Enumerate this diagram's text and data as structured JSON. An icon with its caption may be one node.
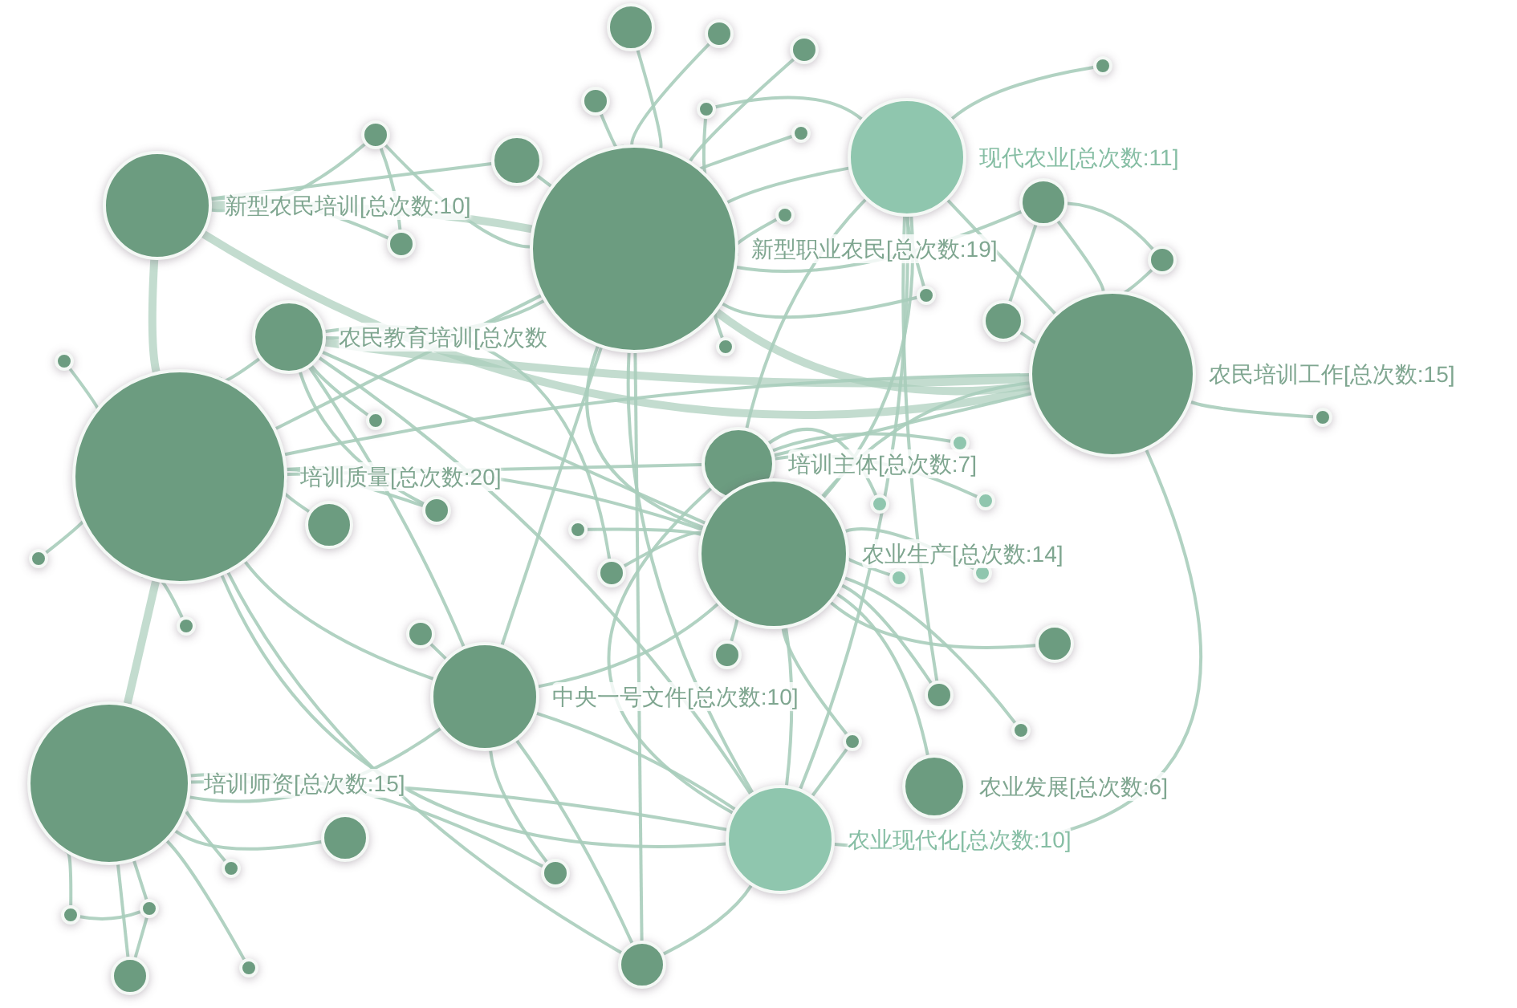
{
  "diagram": {
    "nodes": [
      {
        "text": [],
        "shape": "circle",
        "beside": [
          "新型农民培训[总次数:10]"
        ]
      },
      {
        "text": [],
        "shape": "circle",
        "beside": [
          "新型职业农民[总次数:19]"
        ]
      },
      {
        "text": [],
        "shape": "circle",
        "beside": [
          "现代农业[总次数:11]"
        ]
      },
      {
        "text": [],
        "shape": "circle",
        "beside": [
          "农民教育培训[总次数"
        ]
      },
      {
        "text": [],
        "shape": "circle",
        "beside": [
          "农民培训工作[总次数:15]"
        ]
      },
      {
        "text": [],
        "shape": "circle",
        "beside": [
          "培训质量[总次数:20]"
        ]
      },
      {
        "text": [],
        "shape": "circle",
        "beside": [
          "培训主体[总次数:7]"
        ]
      },
      {
        "text": [],
        "shape": "circle",
        "beside": [
          "农业生产[总次数:14]"
        ]
      },
      {
        "text": [],
        "shape": "circle",
        "beside": [
          "中央一号文件[总次数:10]"
        ]
      },
      {
        "text": [],
        "shape": "circle",
        "beside": [
          "培训师资[总次数:15]"
        ]
      },
      {
        "text": [],
        "shape": "circle",
        "beside": [
          "农业发展[总次数:6]"
        ]
      },
      {
        "text": [],
        "shape": "circle",
        "beside": [
          "农业现代化[总次数:10]"
        ]
      },
      {
        "text": [],
        "shape": "circle"
      },
      {
        "text": [],
        "shape": "circle"
      },
      {
        "text": [],
        "shape": "circle"
      },
      {
        "text": [],
        "shape": "circle"
      },
      {
        "text": [],
        "shape": "circle"
      },
      {
        "text": [],
        "shape": "circle"
      },
      {
        "text": [],
        "shape": "circle"
      },
      {
        "text": [],
        "shape": "circle"
      },
      {
        "text": [],
        "shape": "circle"
      },
      {
        "text": [],
        "shape": "circle"
      },
      {
        "text": [],
        "shape": "circle"
      },
      {
        "text": [],
        "shape": "circle"
      },
      {
        "text": [],
        "shape": "circle"
      },
      {
        "text": [],
        "shape": "circle"
      },
      {
        "text": [],
        "shape": "circle"
      },
      {
        "text": [],
        "shape": "circle"
      },
      {
        "text": [],
        "shape": "circle"
      },
      {
        "text": [],
        "shape": "circle"
      },
      {
        "text": [],
        "shape": "circle"
      },
      {
        "text": [],
        "shape": "circle"
      },
      {
        "text": [],
        "shape": "circle"
      },
      {
        "text": [],
        "shape": "circle"
      },
      {
        "text": [],
        "shape": "circle"
      },
      {
        "text": [],
        "shape": "circle"
      },
      {
        "text": [],
        "shape": "circle"
      },
      {
        "text": [],
        "shape": "circle"
      },
      {
        "text": [],
        "shape": "circle"
      },
      {
        "text": [],
        "shape": "circle"
      },
      {
        "text": [],
        "shape": "circle"
      },
      {
        "text": [],
        "shape": "circle"
      },
      {
        "text": [],
        "shape": "circle"
      },
      {
        "text": [],
        "shape": "circle"
      },
      {
        "text": [],
        "shape": "circle"
      },
      {
        "text": [],
        "shape": "circle"
      },
      {
        "text": [],
        "shape": "circle"
      },
      {
        "text": [],
        "shape": "circle"
      },
      {
        "text": [],
        "shape": "circle"
      },
      {
        "text": [],
        "shape": "circle"
      },
      {
        "text": [],
        "shape": "circle"
      },
      {
        "text": [],
        "shape": "circle"
      },
      {
        "text": [],
        "shape": "circle"
      },
      {
        "text": [],
        "shape": "circle"
      },
      {
        "text": [],
        "shape": "circle"
      },
      {
        "text": [],
        "shape": "circle"
      }
    ],
    "edges": [
      {
        "from": 0,
        "to": 1,
        "arrow": "none",
        "style": "thick"
      },
      {
        "from": 0,
        "to": 4,
        "arrow": "none",
        "style": "thick"
      },
      {
        "from": 0,
        "to": 5,
        "arrow": "none",
        "style": "thick"
      },
      {
        "from": 0,
        "to": 19,
        "arrow": "none"
      },
      {
        "from": 0,
        "to": 21,
        "arrow": "none"
      },
      {
        "from": 0,
        "to": 20,
        "arrow": "none"
      },
      {
        "from": 1,
        "to": 12,
        "arrow": "none"
      },
      {
        "from": 1,
        "to": 13,
        "arrow": "none"
      },
      {
        "from": 1,
        "to": 14,
        "arrow": "none"
      },
      {
        "from": 1,
        "to": 15,
        "arrow": "none"
      },
      {
        "from": 1,
        "to": 16,
        "arrow": "none"
      },
      {
        "from": 1,
        "to": 17,
        "arrow": "none"
      },
      {
        "from": 1,
        "to": 20,
        "arrow": "none"
      },
      {
        "from": 1,
        "to": 22,
        "arrow": "none"
      },
      {
        "from": 1,
        "to": 25,
        "arrow": "none"
      },
      {
        "from": 1,
        "to": 2,
        "arrow": "none"
      },
      {
        "from": 1,
        "to": 23,
        "arrow": "none"
      },
      {
        "from": 1,
        "to": 4,
        "arrow": "none",
        "style": "thick"
      },
      {
        "from": 1,
        "to": 3,
        "arrow": "none"
      },
      {
        "from": 1,
        "to": 5,
        "arrow": "none"
      },
      {
        "from": 1,
        "to": 7,
        "arrow": "none"
      },
      {
        "from": 1,
        "to": 8,
        "arrow": "none"
      },
      {
        "from": 1,
        "to": 11,
        "arrow": "none"
      },
      {
        "from": 1,
        "to": 50,
        "arrow": "none"
      },
      {
        "from": 1,
        "to": 26,
        "arrow": "none"
      },
      {
        "from": 2,
        "to": 18,
        "arrow": "none"
      },
      {
        "from": 2,
        "to": 16,
        "arrow": "none"
      },
      {
        "from": 2,
        "to": 6,
        "arrow": "none"
      },
      {
        "from": 2,
        "to": 7,
        "arrow": "none"
      },
      {
        "from": 2,
        "to": 11,
        "arrow": "none"
      },
      {
        "from": 2,
        "to": 26,
        "arrow": "none"
      },
      {
        "from": 2,
        "to": 4,
        "arrow": "none"
      },
      {
        "from": 2,
        "to": 40,
        "arrow": "none"
      },
      {
        "from": 3,
        "to": 4,
        "arrow": "none",
        "style": "thick"
      },
      {
        "from": 3,
        "to": 5,
        "arrow": "none"
      },
      {
        "from": 3,
        "to": 8,
        "arrow": "none"
      },
      {
        "from": 3,
        "to": 7,
        "arrow": "none"
      },
      {
        "from": 3,
        "to": 29,
        "arrow": "none"
      },
      {
        "from": 3,
        "to": 31,
        "arrow": "none"
      },
      {
        "from": 3,
        "to": 35,
        "arrow": "none"
      },
      {
        "from": 3,
        "to": 11,
        "arrow": "none"
      },
      {
        "from": 4,
        "to": 23,
        "arrow": "none"
      },
      {
        "from": 4,
        "to": 24,
        "arrow": "none"
      },
      {
        "from": 4,
        "to": 27,
        "arrow": "none"
      },
      {
        "from": 4,
        "to": 30,
        "arrow": "none"
      },
      {
        "from": 4,
        "to": 5,
        "arrow": "none"
      },
      {
        "from": 4,
        "to": 6,
        "arrow": "none"
      },
      {
        "from": 4,
        "to": 7,
        "arrow": "none"
      },
      {
        "from": 4,
        "to": 11,
        "arrow": "none"
      },
      {
        "from": 5,
        "to": 9,
        "arrow": "none",
        "style": "thick"
      },
      {
        "from": 5,
        "to": 28,
        "arrow": "none"
      },
      {
        "from": 5,
        "to": 33,
        "arrow": "none"
      },
      {
        "from": 5,
        "to": 36,
        "arrow": "none"
      },
      {
        "from": 5,
        "to": 32,
        "arrow": "none"
      },
      {
        "from": 5,
        "to": 31,
        "arrow": "none"
      },
      {
        "from": 5,
        "to": 7,
        "arrow": "none"
      },
      {
        "from": 5,
        "to": 8,
        "arrow": "none"
      },
      {
        "from": 5,
        "to": 11,
        "arrow": "none"
      },
      {
        "from": 5,
        "to": 50,
        "arrow": "none"
      },
      {
        "from": 5,
        "to": 6,
        "arrow": "none"
      },
      {
        "from": 6,
        "to": 51,
        "arrow": "none"
      },
      {
        "from": 6,
        "to": 52,
        "arrow": "none"
      },
      {
        "from": 6,
        "to": 53,
        "arrow": "none"
      },
      {
        "from": 7,
        "to": 54,
        "arrow": "none"
      },
      {
        "from": 7,
        "to": 55,
        "arrow": "none"
      },
      {
        "from": 7,
        "to": 38,
        "arrow": "none"
      },
      {
        "from": 7,
        "to": 39,
        "arrow": "none"
      },
      {
        "from": 7,
        "to": 40,
        "arrow": "none"
      },
      {
        "from": 7,
        "to": 41,
        "arrow": "none"
      },
      {
        "from": 7,
        "to": 42,
        "arrow": "none"
      },
      {
        "from": 7,
        "to": 10,
        "arrow": "none"
      },
      {
        "from": 7,
        "to": 11,
        "arrow": "none"
      },
      {
        "from": 7,
        "to": 34,
        "arrow": "none"
      },
      {
        "from": 7,
        "to": 35,
        "arrow": "none"
      },
      {
        "from": 7,
        "to": 8,
        "arrow": "none"
      },
      {
        "from": 8,
        "to": 37,
        "arrow": "none"
      },
      {
        "from": 8,
        "to": 45,
        "arrow": "none"
      },
      {
        "from": 8,
        "to": 9,
        "arrow": "none"
      },
      {
        "from": 8,
        "to": 11,
        "arrow": "none"
      },
      {
        "from": 8,
        "to": 50,
        "arrow": "none"
      },
      {
        "from": 9,
        "to": 43,
        "arrow": "none"
      },
      {
        "from": 9,
        "to": 44,
        "arrow": "none"
      },
      {
        "from": 9,
        "to": 46,
        "arrow": "none"
      },
      {
        "from": 9,
        "to": 47,
        "arrow": "none"
      },
      {
        "from": 9,
        "to": 48,
        "arrow": "none"
      },
      {
        "from": 9,
        "to": 49,
        "arrow": "none"
      },
      {
        "from": 9,
        "to": 11,
        "arrow": "none"
      },
      {
        "from": 9,
        "to": 45,
        "arrow": "none"
      },
      {
        "from": 11,
        "to": 50,
        "arrow": "none"
      },
      {
        "from": 11,
        "to": 42,
        "arrow": "none"
      },
      {
        "from": 11,
        "to": 6,
        "arrow": "none"
      },
      {
        "from": 23,
        "to": 24,
        "arrow": "none"
      },
      {
        "from": 23,
        "to": 27,
        "arrow": "none"
      },
      {
        "from": 21,
        "to": 19,
        "arrow": "none"
      },
      {
        "from": 19,
        "to": 1,
        "arrow": "none"
      },
      {
        "from": 46,
        "to": 47,
        "arrow": "none"
      },
      {
        "from": 48,
        "to": 46,
        "arrow": "none"
      }
    ]
  }
}
